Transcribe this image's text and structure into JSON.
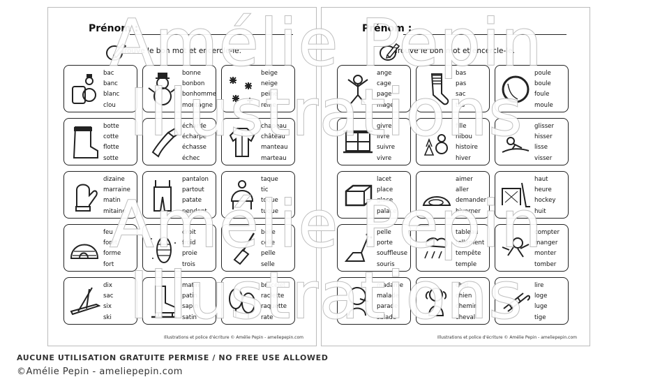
{
  "sheets": [
    {
      "prenom": "Prénom :",
      "instruction": "Trouve le bon mot et encercle-le.",
      "credit": "Illustrations et police d'écriture © Amélie Pepin - ameliepepin.com",
      "cards": [
        {
          "icon": "snowman-toy-icon",
          "words": [
            "bac",
            "banc",
            "blanc",
            "clou"
          ]
        },
        {
          "icon": "snowman-icon",
          "words": [
            "bonne",
            "bonbon",
            "bonhomme",
            "montagne"
          ]
        },
        {
          "icon": "snowflakes-icon",
          "words": [
            "beige",
            "neige",
            "peine",
            "reine"
          ]
        },
        {
          "icon": "boot-icon",
          "words": [
            "botte",
            "cotte",
            "flotte",
            "sotte"
          ]
        },
        {
          "icon": "scarf-icon",
          "words": [
            "écharde",
            "écharpe",
            "échasse",
            "échec"
          ]
        },
        {
          "icon": "coat-icon",
          "words": [
            "chapeau",
            "château",
            "manteau",
            "marteau"
          ]
        },
        {
          "icon": "mitten-icon",
          "words": [
            "dizaine",
            "marraine",
            "matin",
            "mitaine"
          ]
        },
        {
          "icon": "snowpants-icon",
          "words": [
            "pantalon",
            "partout",
            "patate",
            "pendant"
          ]
        },
        {
          "icon": "tuque-icon",
          "words": [
            "taque",
            "tic",
            "toque",
            "tuque"
          ]
        },
        {
          "icon": "igloo-icon",
          "words": [
            "feu",
            "forêt",
            "forme",
            "fort"
          ]
        },
        {
          "icon": "cold-child-icon",
          "words": [
            "droit",
            "froid",
            "proie",
            "trois"
          ]
        },
        {
          "icon": "shovel-icon",
          "words": [
            "belle",
            "celle",
            "pelle",
            "selle"
          ]
        },
        {
          "icon": "skis-icon",
          "words": [
            "dix",
            "sac",
            "six",
            "ski"
          ]
        },
        {
          "icon": "skate-icon",
          "words": [
            "matin",
            "patin",
            "sapin",
            "satin"
          ]
        },
        {
          "icon": "snowshoes-icon",
          "words": [
            "bracelet",
            "raclette",
            "raquette",
            "rate"
          ]
        }
      ]
    },
    {
      "prenom": "Prénom :",
      "instruction": "Trouve le bon mot et encercle-le.",
      "credit": "Illustrations et police d'écriture © Amélie Pepin - ameliepepin.com",
      "cards": [
        {
          "icon": "snow-angel-icon",
          "words": [
            "ange",
            "cage",
            "page",
            "mage"
          ]
        },
        {
          "icon": "sock-icon",
          "words": [
            "bas",
            "pas",
            "sac",
            "tas"
          ]
        },
        {
          "icon": "snowball-icon",
          "words": [
            "poule",
            "boule",
            "foule",
            "moule"
          ]
        },
        {
          "icon": "frosty-window-icon",
          "words": [
            "givre",
            "livre",
            "suivre",
            "vivre"
          ]
        },
        {
          "icon": "winter-scene-icon",
          "words": [
            "fille",
            "hibou",
            "histoire",
            "hiver"
          ]
        },
        {
          "icon": "sliding-icon",
          "words": [
            "glisser",
            "hisser",
            "lisse",
            "visser"
          ]
        },
        {
          "icon": "ice-block-icon",
          "words": [
            "lacet",
            "place",
            "glace",
            "palace"
          ]
        },
        {
          "icon": "hibernating-bear-icon",
          "words": [
            "aimer",
            "aller",
            "demander",
            "hiverner"
          ]
        },
        {
          "icon": "hockey-net-icon",
          "words": [
            "haut",
            "heure",
            "hockey",
            "huit"
          ]
        },
        {
          "icon": "snowblower-icon",
          "words": [
            "pelle",
            "porte",
            "souffleuse",
            "souris"
          ]
        },
        {
          "icon": "storm-icon",
          "words": [
            "tableau",
            "tellement",
            "tempête",
            "temple"
          ]
        },
        {
          "icon": "falling-child-icon",
          "words": [
            "compter",
            "manger",
            "monter",
            "tomber"
          ]
        },
        {
          "icon": "sick-child-icon",
          "words": [
            "madame",
            "malade",
            "parade",
            "salade"
          ]
        },
        {
          "icon": "dog-icon",
          "words": [
            "chat",
            "chien",
            "chemin",
            "cheval"
          ]
        },
        {
          "icon": "sled-icon",
          "words": [
            "lire",
            "loge",
            "luge",
            "tige"
          ]
        }
      ]
    }
  ],
  "watermark": {
    "line1": "Amélie Pepin",
    "line2": "Illustrations"
  },
  "footer": {
    "notice": "AUCUNE UTILISATION GRATUITE PERMISE / NO FREE USE ALLOWED",
    "copyright": "©Amélie Pepin - ameliepepin.com"
  }
}
